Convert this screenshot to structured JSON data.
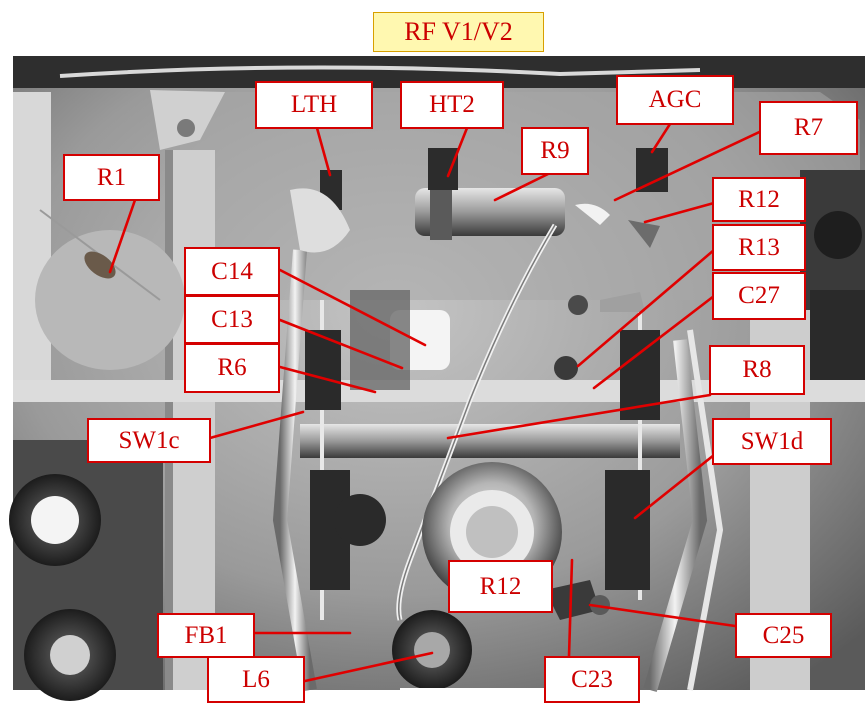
{
  "title": "RF V1/V2",
  "colors": {
    "label_border": "#d40000",
    "label_text": "#cc0000",
    "leader_line": "#e00000",
    "title_fill": "#fff8b0",
    "title_border": "#d8a000"
  },
  "labels": {
    "LTH": "LTH",
    "HT2": "HT2",
    "AGC": "AGC",
    "R7": "R7",
    "R9": "R9",
    "R1": "R1",
    "R12_top": "R12",
    "R13": "R13",
    "C27": "C27",
    "C14": "C14",
    "C13": "C13",
    "R6": "R6",
    "R8": "R8",
    "SW1c": "SW1c",
    "SW1d": "SW1d",
    "R12_bottom": "R12",
    "FB1": "FB1",
    "C25": "C25",
    "L6": "L6",
    "C23": "C23"
  }
}
